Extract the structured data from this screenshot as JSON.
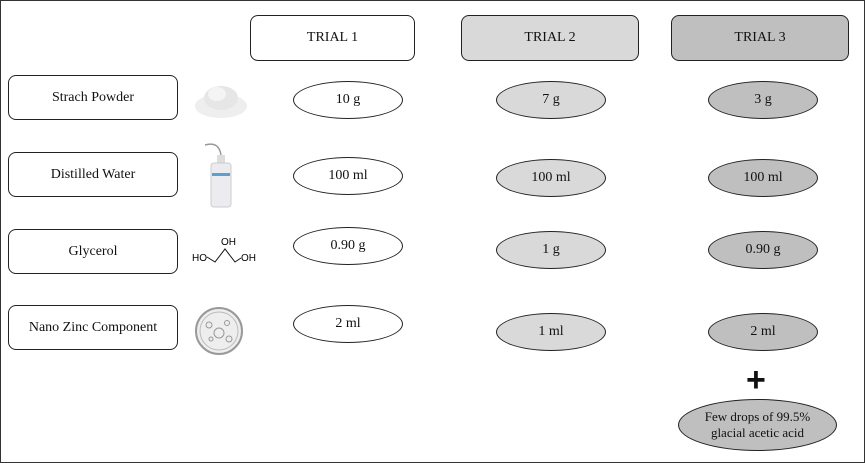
{
  "headers": [
    "TRIAL 1",
    "TRIAL 2",
    "TRIAL 3"
  ],
  "rows": [
    {
      "label": "Strach Powder",
      "icon": "powder-icon",
      "values": [
        "10 g",
        "7 g",
        "3 g"
      ]
    },
    {
      "label": "Distilled Water",
      "icon": "wash-bottle-icon",
      "values": [
        "100 ml",
        "100 ml",
        "100 ml"
      ]
    },
    {
      "label": "Glycerol",
      "icon": "glycerol-structure-icon",
      "values": [
        "0.90 g",
        "1 g",
        "0.90 g"
      ]
    },
    {
      "label": "Nano Zinc Component",
      "icon": "petri-dish-icon",
      "values": [
        "2 ml",
        "1 ml",
        "2 ml"
      ]
    }
  ],
  "glycerol_structure": {
    "oh_top": "OH",
    "oh_left": "HO",
    "oh_right": "OH"
  },
  "plus": "+",
  "extra": {
    "line1": "Few drops of 99.5%",
    "line2": "glacial acetic acid"
  },
  "colors": {
    "trial1": "#ffffff",
    "trial2": "#d9d9d9",
    "trial3": "#bfbfbf"
  }
}
